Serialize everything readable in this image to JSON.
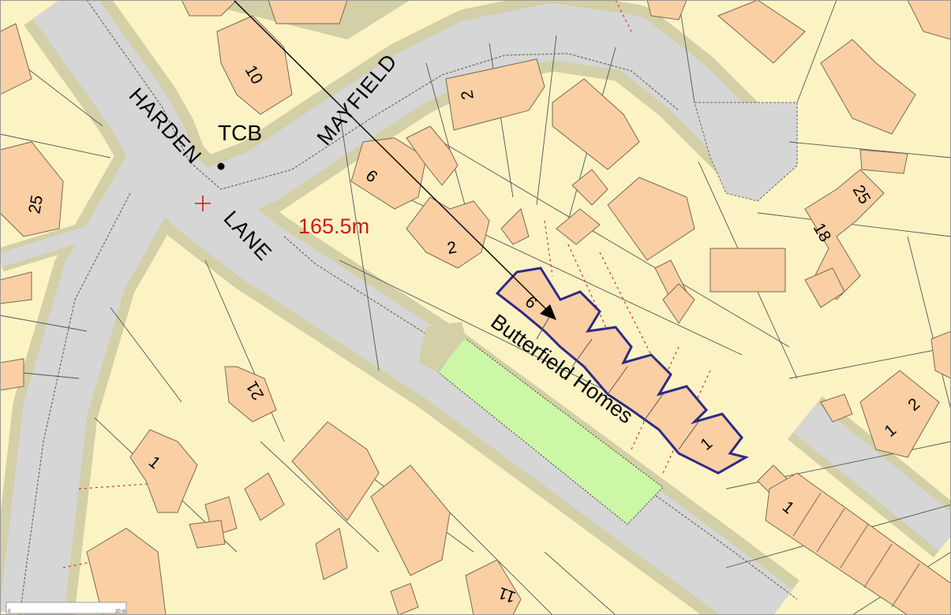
{
  "map": {
    "colors": {
      "land": "#fbf3c4",
      "road": "#d6d6d6",
      "verge": "#d3cfa6",
      "building": "#f9cfa3",
      "green_space": "#ccf7a6",
      "site_outline": "#2e2a85",
      "marker_red": "#cc1b1b"
    },
    "streets": {
      "harden": "HARDEN",
      "lane": "LANE",
      "mayfield": "MAYFIELD"
    },
    "labels": {
      "tcb": "TCB",
      "elevation": "165.5m",
      "site_name": "Butterfield Homes"
    },
    "house_numbers": {
      "n10": "10",
      "n2_top": "2",
      "n6_left": "6",
      "n2_mid": "2",
      "n25_left": "25",
      "n25_right": "25",
      "n18": "18",
      "n21": "21",
      "n1_left": "1",
      "n6_site": "6",
      "n1_site": "1",
      "n1_right": "1",
      "n2_right": "2",
      "n1_bottom": "1",
      "n11": "11"
    },
    "scale_bar": {
      "start": "0",
      "end": "20 m"
    },
    "icons": [
      "bench-mark-dot",
      "spot-height-cross",
      "direction-arrow"
    ]
  }
}
